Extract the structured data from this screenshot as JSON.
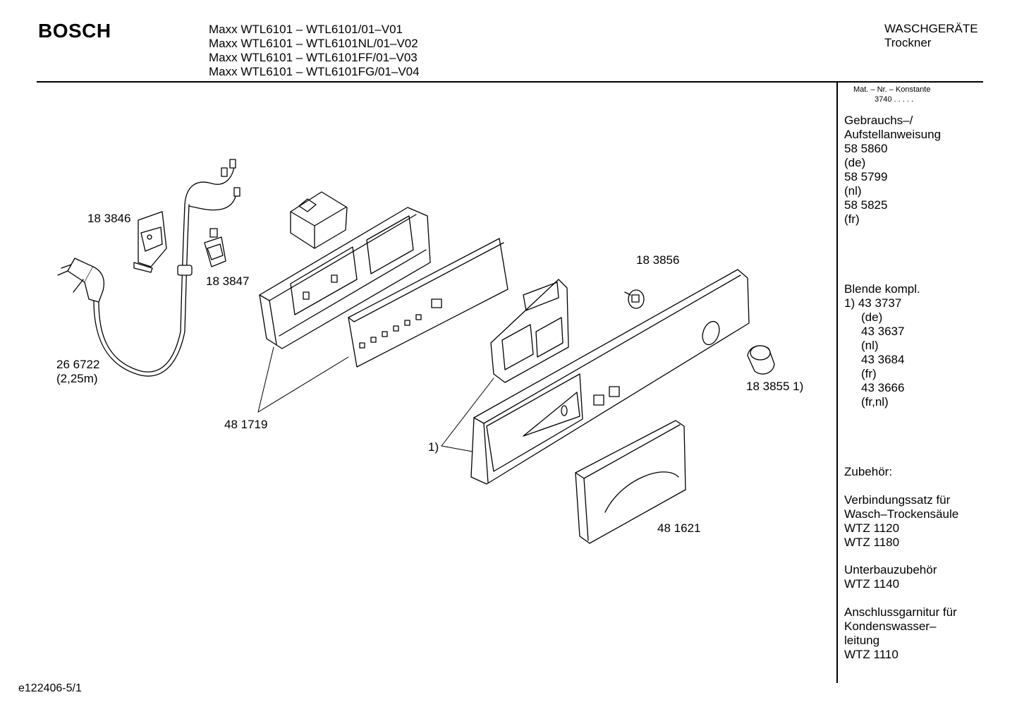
{
  "header": {
    "brand": "BOSCH",
    "models": [
      "Maxx WTL6101 – WTL6101/01–V01",
      "Maxx WTL6101 – WTL6101NL/01–V02",
      "Maxx WTL6101 – WTL6101FF/01–V03",
      "Maxx WTL6101 – WTL6101FG/01–V04"
    ],
    "category": "WASCHGERÄTE",
    "subcategory": "Trockner"
  },
  "sidebar": {
    "matnr_label": "Mat. – Nr. – Konstante",
    "matnr_value": "3740 .   .   .   .   .",
    "manual": [
      "Gebrauchs–/",
      "Aufstellanweisung",
      "58 5860",
      "(de)",
      "58 5799",
      "(nl)",
      "58 5825",
      "(fr)"
    ],
    "blende": {
      "title": "Blende kompl.",
      "first": "1) 43 3737",
      "items": [
        "(de)",
        "43 3637",
        "(nl)",
        "43 3684",
        "(fr)",
        "43 3666",
        "(fr,nl)"
      ]
    },
    "zubehoer": "Zubehör:",
    "verbindung": [
      "Verbindungssatz für",
      "Wasch–Trockensäule",
      "WTZ 1120",
      "WTZ 1180"
    ],
    "unterbau": [
      "Unterbauzubehör",
      "WTZ 1140"
    ],
    "anschluss": [
      "Anschlussgarnitur für",
      "Kondenswasser–",
      "leitung",
      "WTZ 1110"
    ]
  },
  "parts": {
    "p183846": "18 3846",
    "p183847": "18 3847",
    "p266722": "26 6722",
    "p266722_len": "(2,25m)",
    "p481719": "48 1719",
    "p183856": "18 3856",
    "p1838551": "18 3855 1)",
    "p1": "1)",
    "p481621": "48 1621"
  },
  "footer": {
    "code": "e122406-5/1"
  },
  "colors": {
    "ink": "#000000",
    "paper": "#ffffff"
  }
}
